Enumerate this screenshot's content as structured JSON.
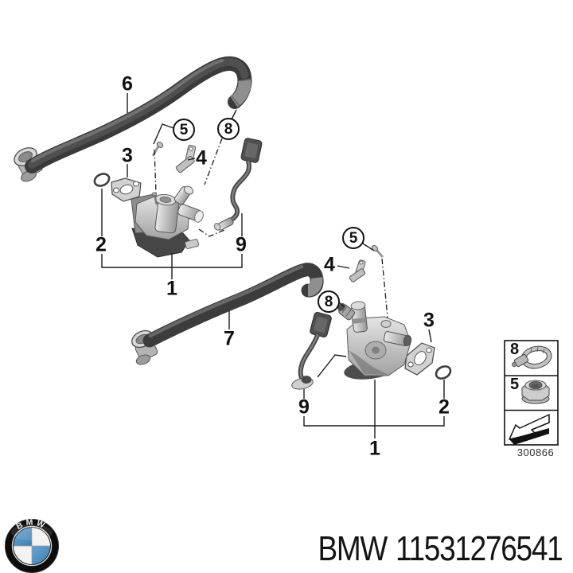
{
  "figure": {
    "callouts": [
      {
        "text": "6",
        "circled": false
      },
      {
        "text": "5",
        "circled": true
      },
      {
        "text": "8",
        "circled": true
      },
      {
        "text": "3",
        "circled": false
      },
      {
        "text": "4",
        "circled": false
      },
      {
        "text": "2",
        "circled": false
      },
      {
        "text": "9",
        "circled": false
      },
      {
        "text": "1",
        "circled": false
      },
      {
        "text": "5",
        "circled": true
      },
      {
        "text": "4",
        "circled": false
      },
      {
        "text": "8",
        "circled": true
      },
      {
        "text": "3",
        "circled": false
      },
      {
        "text": "7",
        "circled": false
      },
      {
        "text": "9",
        "circled": false
      },
      {
        "text": "2",
        "circled": false
      },
      {
        "text": "1",
        "circled": false
      }
    ],
    "legend": {
      "row1_num": "8",
      "row1_icon": "hose-clamp-icon",
      "row2_num": "5",
      "row2_icon": "flange-nut-icon",
      "row3_icon": "direction-arrow-icon",
      "ref_code": "300866"
    }
  },
  "footer": {
    "logo_icon": "bmw-roundel-logo",
    "brand": "BMW",
    "part_number": "11531276541"
  },
  "logo": {
    "text": "BMW"
  },
  "colors": {
    "background": "#ffffff",
    "line": "#1c1c1c",
    "hose_dark": "#3e3e3e",
    "metal_light": "#c9c9c9",
    "bmw_blue": "#4d8fc4",
    "text": "#141414"
  }
}
